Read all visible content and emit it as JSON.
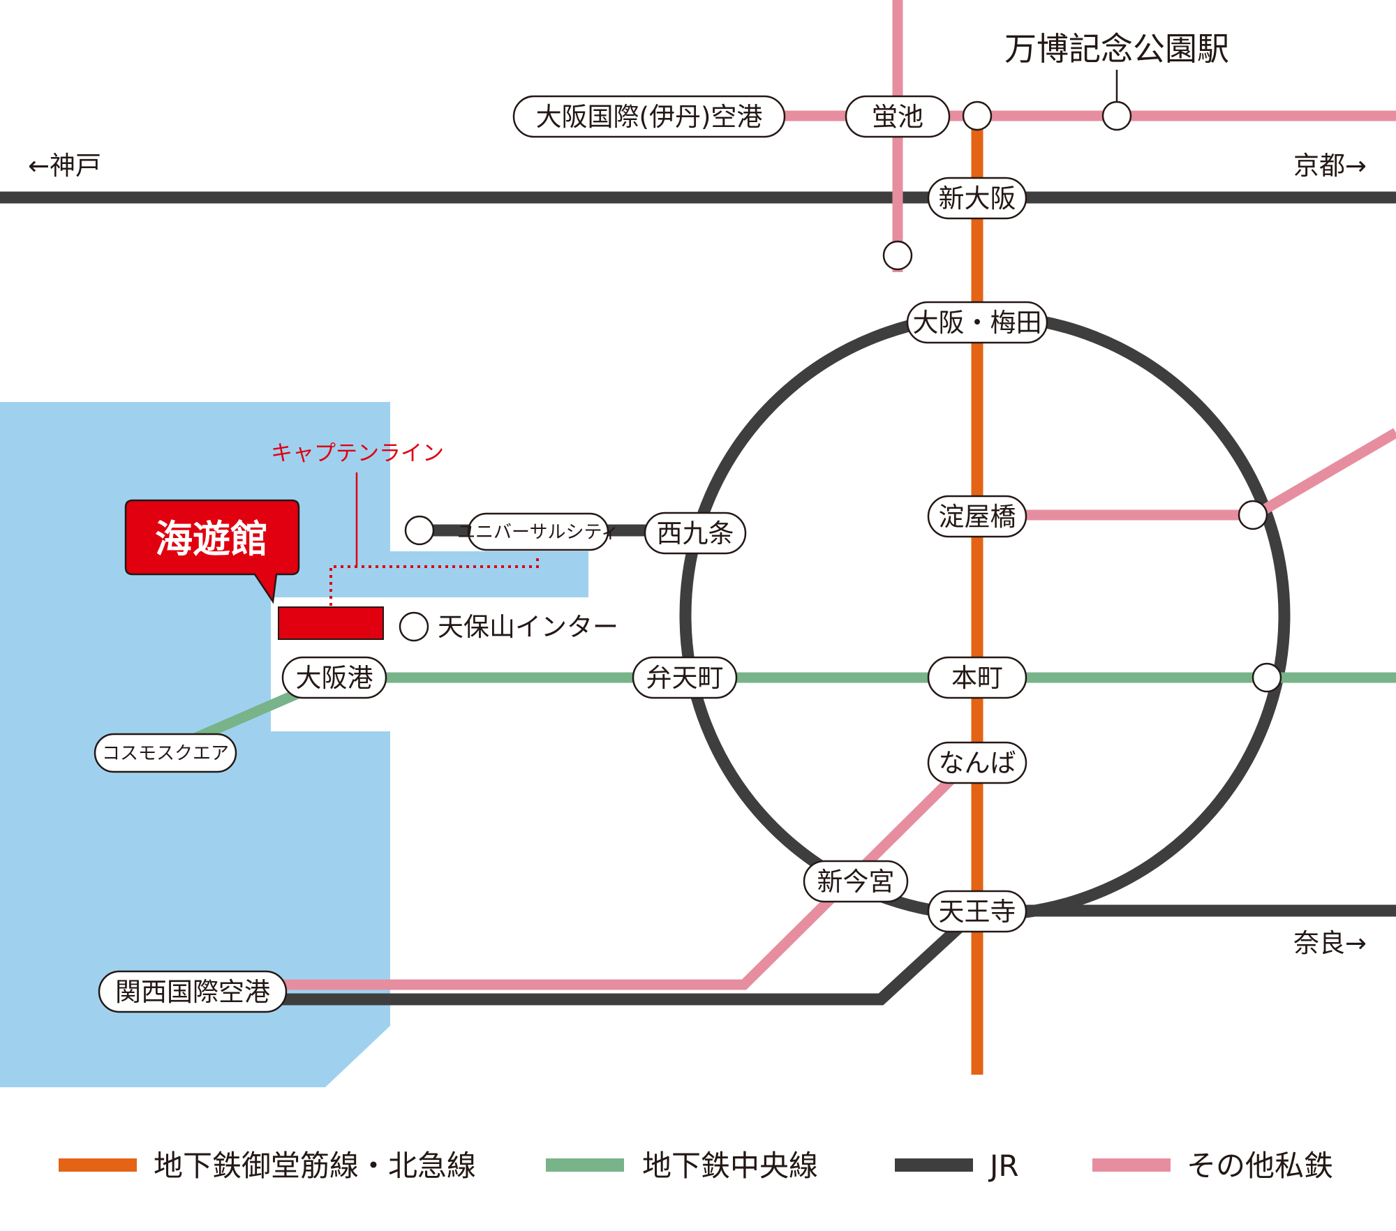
{
  "colors": {
    "midosuji": "#e46314",
    "chuo": "#78b38a",
    "jr": "#3e3e3e",
    "private": "#e68ea0",
    "sea": "#9fd1ef",
    "aquarium": "#e0000f"
  },
  "stations": {
    "itami": "大阪国際(伊丹)空港",
    "hotarugaike": "蛍池",
    "expo_park": "万博記念公園駅",
    "shin_osaka": "新大阪",
    "umeda": "大阪・梅田",
    "yodoyabashi": "淀屋橋",
    "usj": "ユニバーサルシティ",
    "nishikujo": "西九条",
    "osakako": "大阪港",
    "bentencho": "弁天町",
    "hommachi": "本町",
    "namba": "なんば",
    "cosmo": "コスモスクエア",
    "shin_imamiya": "新今宮",
    "tennoji": "天王寺",
    "kix": "関西国際空港"
  },
  "directions": {
    "kobe": "←神戸",
    "kyoto": "京都→",
    "nara": "奈良→"
  },
  "places": {
    "aquarium": "海遊館",
    "captain_line": "キャプテンライン",
    "tempozan_ic": "天保山インター"
  },
  "legend": [
    {
      "label": "地下鉄御堂筋線・北急線",
      "color": "#e46314"
    },
    {
      "label": "地下鉄中央線",
      "color": "#78b38a"
    },
    {
      "label": "JR",
      "color": "#3e3e3e"
    },
    {
      "label": "その他私鉄",
      "color": "#e68ea0"
    }
  ]
}
